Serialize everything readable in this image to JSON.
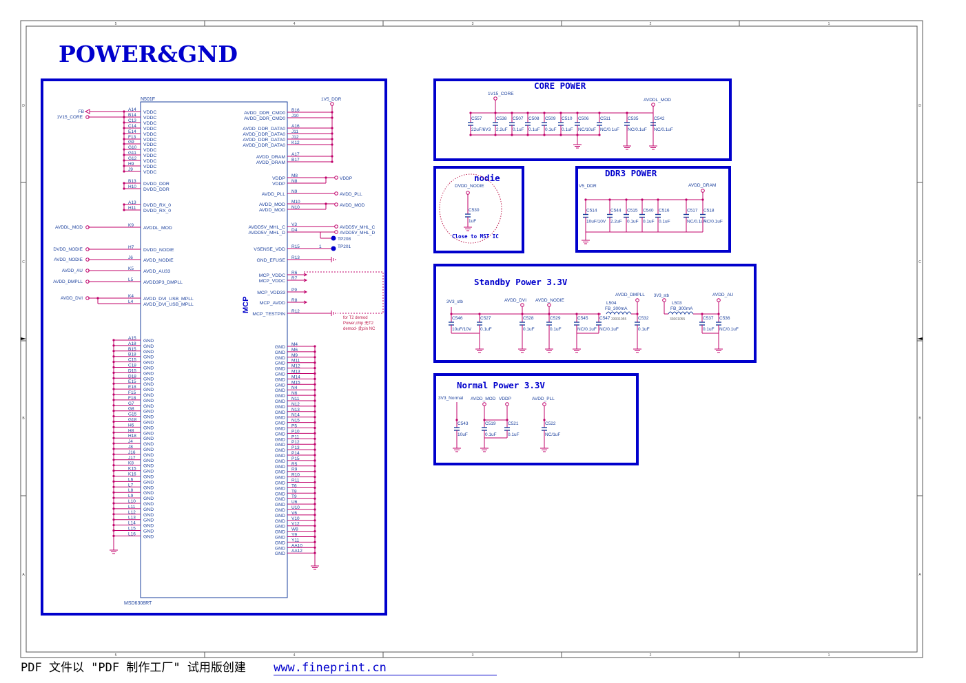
{
  "title": "POWER&GND",
  "frame": {
    "cols": [
      "5",
      "4",
      "3",
      "2",
      "1"
    ],
    "rows": [
      "D",
      "C",
      "B",
      "A"
    ]
  },
  "chip": {
    "ref": "N501F",
    "part": "MSD6308RT",
    "block": "MCP",
    "left_power": [
      {
        "net": "FB",
        "pin": "A14",
        "name": "VDDC"
      },
      {
        "net": "1V15_CORE",
        "pin": "B14",
        "name": "VDDC"
      },
      {
        "pin": "C13",
        "name": "VDDC"
      },
      {
        "pin": "C14",
        "name": "VDDC"
      },
      {
        "pin": "E14",
        "name": "VDDC"
      },
      {
        "pin": "F13",
        "name": "VDDC"
      },
      {
        "pin": "G9",
        "name": "VDDC"
      },
      {
        "pin": "G10",
        "name": "VDDC"
      },
      {
        "pin": "G11",
        "name": "VDDC"
      },
      {
        "pin": "G12",
        "name": "VDDC"
      },
      {
        "pin": "H9",
        "name": "VDDC"
      },
      {
        "pin": "J9",
        "name": "VDDC"
      },
      {
        "pin": "B13",
        "name": "DVDD_DDR"
      },
      {
        "pin": "H10",
        "name": "DVDD_DDR"
      },
      {
        "pin": "A13",
        "name": "DVDD_RX_0"
      },
      {
        "pin": "H11",
        "name": "DVDD_RX_0"
      },
      {
        "net": "AVDDL_MOD",
        "pin": "K9",
        "name": "AVDDL_MOD"
      },
      {
        "net": "DVDD_NODIE",
        "pin": "H7",
        "name": "DVDD_NODIE"
      },
      {
        "net": "AVDD_NODIE",
        "pin": "J6",
        "name": "AVDD_NODIE"
      },
      {
        "net": "AVDD_AU",
        "pin": "K5",
        "name": "AVDD_AU33"
      },
      {
        "net": "AVDD_DMPLL",
        "pin": "L5",
        "name": "AVDD3P3_DMPLL"
      },
      {
        "net": "AVDD_DVI",
        "pin": "K4",
        "name": "AVDD_DVI_USB_MPLL"
      },
      {
        "pin": "L4",
        "name": "AVDD_DVI_USB_MPLL"
      }
    ],
    "right_power": [
      {
        "net": "1V5_DDR",
        "pin": "B16",
        "name": "AVDD_DDR_CMD0"
      },
      {
        "pin": "J10",
        "name": "AVDD_DDR_CMD0"
      },
      {
        "pin": "A16",
        "name": "AVDD_DDR_DATA0"
      },
      {
        "pin": "J11",
        "name": "AVDD_DDR_DATA0"
      },
      {
        "pin": "J12",
        "name": "AVDD_DDR_DATA0"
      },
      {
        "pin": "K12",
        "name": "AVDD_DDR_DATA0"
      },
      {
        "pin": "A17",
        "name": "AVDD_DRAM"
      },
      {
        "pin": "B17",
        "name": "AVDD_DRAM"
      },
      {
        "net": "VDDP",
        "pin": "M8",
        "name": "VDDP"
      },
      {
        "pin": "N8",
        "name": "VDDP"
      },
      {
        "net": "AVDD_PLL",
        "pin": "N9",
        "name": "AVDD_PLL"
      },
      {
        "net": "AVDD_MOD",
        "pin": "M10",
        "name": "AVDD_MOD"
      },
      {
        "pin": "N10",
        "name": "AVDD_MOD"
      },
      {
        "net": "AVDD5V_MHL_C",
        "pin": "V3",
        "name": "AVDD5V_MHL_C"
      },
      {
        "net": "AVDD5V_MHL_D",
        "pin": "D4",
        "name": "AVDD5V_MHL_D"
      },
      {
        "net": "TP201",
        "pin": "R15",
        "name": "VSENSE_VDD"
      },
      {
        "pin": "R13",
        "name": "GND_EFUSE"
      },
      {
        "pin": "R6",
        "name": "MCP_VDDC"
      },
      {
        "pin": "R7",
        "name": "MCP_VDDC"
      },
      {
        "pin": "P9",
        "name": "MCP_VDD33"
      },
      {
        "pin": "R8",
        "name": "MCP_AVDD"
      },
      {
        "pin": "R12",
        "name": "MCP_TESTPIN"
      }
    ],
    "tp208": "TP208",
    "pin_one": "1",
    "gnd_name": "GND",
    "left_gnd_pins": [
      "A15",
      "A18",
      "B15",
      "B18",
      "C15",
      "C18",
      "D15",
      "D18",
      "E15",
      "E18",
      "F15",
      "F18",
      "G7",
      "G8",
      "G15",
      "G18",
      "H6",
      "H8",
      "H18",
      "J4",
      "J8",
      "J16",
      "J17",
      "K8",
      "K15",
      "K16",
      "L6",
      "L7",
      "L8",
      "L9",
      "L10",
      "L11",
      "L12",
      "L13",
      "L14",
      "L15",
      "L16"
    ],
    "right_gnd_pins": [
      "M4",
      "M6",
      "M9",
      "M11",
      "M12",
      "M13",
      "M14",
      "M15",
      "N4",
      "N6",
      "N11",
      "N12",
      "N13",
      "N14",
      "N15",
      "P5",
      "P10",
      "P11",
      "P12",
      "P13",
      "P14",
      "P15",
      "R5",
      "R9",
      "R10",
      "R11",
      "T6",
      "T8",
      "T9",
      "U6",
      "U10",
      "V6",
      "V10",
      "V12",
      "W8",
      "Y9",
      "Y11",
      "AA10",
      "AA12"
    ],
    "mcp_note": [
      "for T2 demod",
      "Power,chip 无T2",
      "demod- 此pin NC"
    ]
  },
  "core_power": {
    "title": "CORE POWER",
    "net_in": "1V15_CORE",
    "net_out": "AVDDL_MOD",
    "caps": [
      {
        "ref": "C557",
        "val": "22uF/6V3"
      },
      {
        "ref": "C538",
        "val": "2.2uF"
      },
      {
        "ref": "C507",
        "val": "0.1uF"
      },
      {
        "ref": "C508",
        "val": "0.1uF"
      },
      {
        "ref": "C509",
        "val": "0.1uF"
      },
      {
        "ref": "C510",
        "val": "0.1uF"
      },
      {
        "ref": "C506",
        "val": "NC/10uF"
      },
      {
        "ref": "C511",
        "val": "NC/0.1uF"
      },
      {
        "ref": "C535",
        "val": "NC/0.1uF"
      },
      {
        "ref": "C542",
        "val": "NC/0.1uF"
      }
    ]
  },
  "nodie": {
    "title": "nodie",
    "net": "DVDD_NODIE",
    "cap": {
      "ref": "C530",
      "val": "1uF"
    },
    "note": "Close to MST IC"
  },
  "ddr3_power": {
    "title": "DDR3 POWER",
    "net_in": "V5_DDR",
    "net_out": "AVDD_DRAM",
    "caps": [
      {
        "ref": "C514",
        "val": "10uF/10V"
      },
      {
        "ref": "C544",
        "val": "2.2uF"
      },
      {
        "ref": "C515",
        "val": "0.1uF"
      },
      {
        "ref": "C540",
        "val": "0.1uF"
      },
      {
        "ref": "C516",
        "val": "0.1uF"
      },
      {
        "ref": "C517",
        "val": "NC/0.1uF"
      },
      {
        "ref": "C518",
        "val": "NC/0.1uF"
      }
    ]
  },
  "standby_power": {
    "title": "Standby Power 3.3V",
    "nets": [
      "3V3_stb",
      "AVDD_DVI",
      "AVDD_NODIE",
      "AVDD_DMPLL",
      "3V3_stb",
      "AVDD_AU"
    ],
    "inductors": [
      {
        "ref": "L504",
        "val": "FB_300mA",
        "code": "33001055"
      },
      {
        "ref": "L503",
        "val": "FB_300mA",
        "code": "33001055"
      }
    ],
    "caps": [
      {
        "ref": "C546",
        "val": "10uF/10V"
      },
      {
        "ref": "C527",
        "val": "0.1uF"
      },
      {
        "ref": "C528",
        "val": "0.1uF"
      },
      {
        "ref": "C529",
        "val": "0.1uF"
      },
      {
        "ref": "C545",
        "val": "NC/0.1uF"
      },
      {
        "ref": "C547",
        "val": "NC/0.1uF"
      },
      {
        "ref": "C532",
        "val": "0.1uF"
      },
      {
        "ref": "C537",
        "val": "0.1uF"
      },
      {
        "ref": "C536",
        "val": "NC/0.1uF"
      }
    ]
  },
  "normal_power": {
    "title": "Normal Power 3.3V",
    "nets": [
      "3V3_Normal",
      "AVDD_MOD",
      "VDDP",
      "AVDD_PLL"
    ],
    "caps": [
      {
        "ref": "C543",
        "val": "10uF"
      },
      {
        "ref": "C519",
        "val": "0.1uF"
      },
      {
        "ref": "C521",
        "val": "0.1uF"
      },
      {
        "ref": "C522",
        "val": "NC/1uF"
      }
    ]
  },
  "footer": {
    "text": "PDF 文件以 \"PDF 制作工厂\" 试用版创建",
    "link": "www.fineprint.cn"
  },
  "colors": {
    "blue": "#0000cc",
    "wire": "#c0006a",
    "label": "#1a3f9c",
    "frame": "#555555"
  }
}
